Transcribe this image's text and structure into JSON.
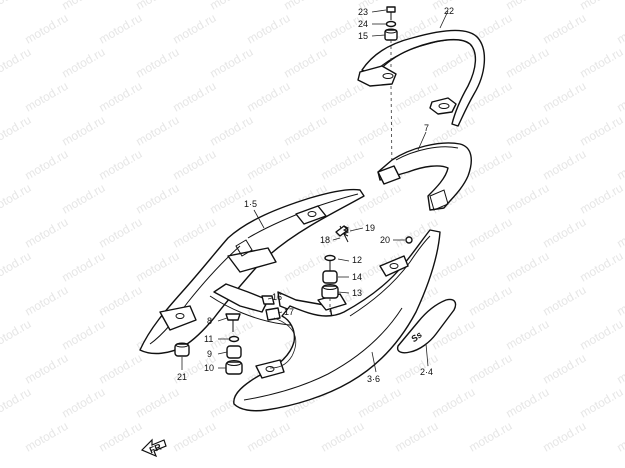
{
  "watermark": "motod.ru",
  "callouts": {
    "c23": "23",
    "c24": "24",
    "c15": "15",
    "c22": "22",
    "c7": "7",
    "c1_5": "1·5",
    "c19": "19",
    "c18": "18",
    "c20": "20",
    "c12": "12",
    "c14": "14",
    "c13": "13",
    "c16": "16",
    "c17": "17",
    "c8": "8",
    "c11": "11",
    "c9": "9",
    "c10": "10",
    "c21": "21",
    "c3_6": "3·6",
    "c2_4": "2·4"
  },
  "decal_text": "Ss",
  "arrow_text": "FR"
}
